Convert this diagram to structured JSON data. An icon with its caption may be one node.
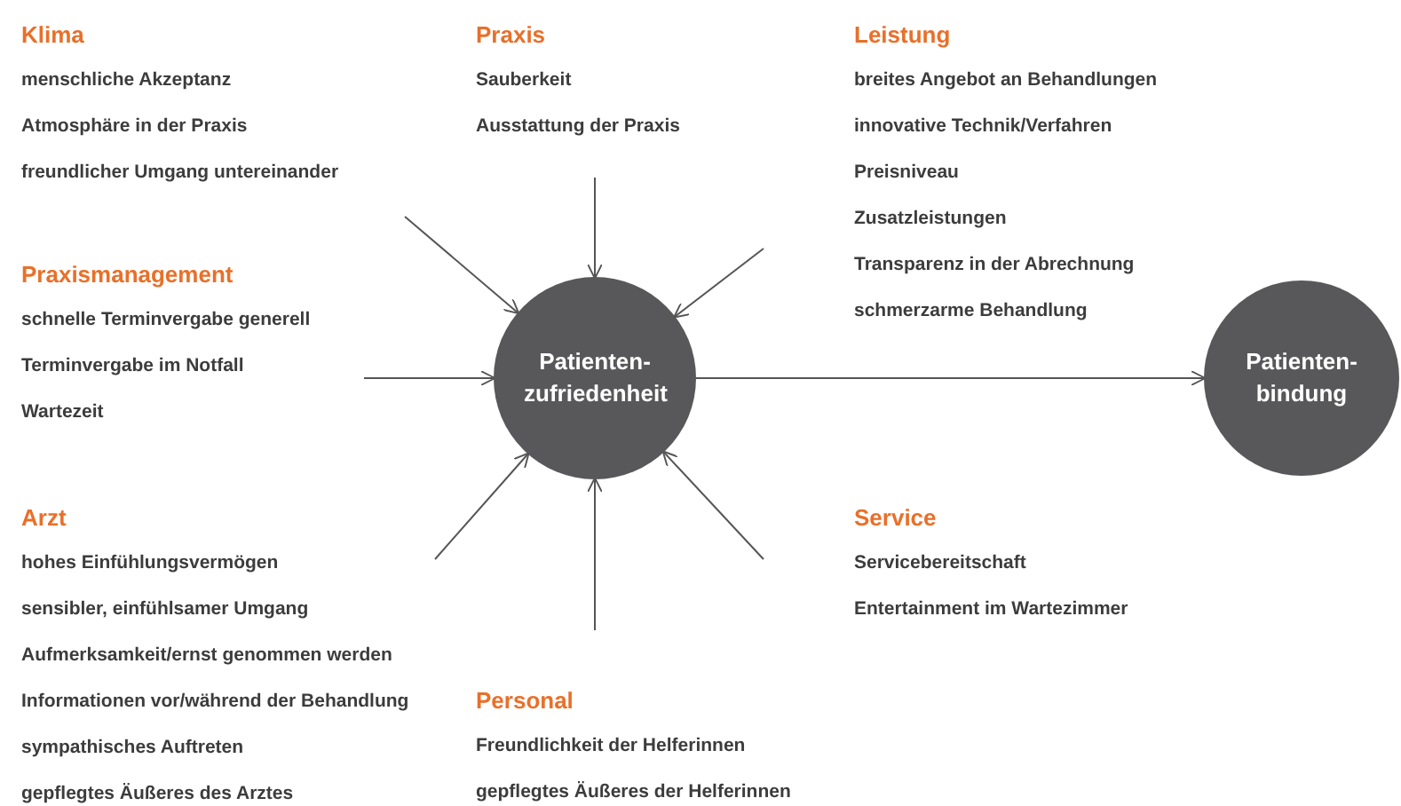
{
  "diagram": {
    "nodes": [
      {
        "text": [
          "Klima",
          "menschliche Akzeptanz",
          "Atmosphäre in der Praxis",
          "freundlicher Umgang untereinander"
        ]
      },
      {
        "text": [
          "Praxis",
          "Sauberkeit",
          "Ausstattung der Praxis"
        ]
      },
      {
        "text": [
          "Leistung",
          "breites Angebot an Behandlungen",
          "innovative Technik/Verfahren",
          "Preisniveau",
          "Zusatzleistungen",
          "Transparenz in der Abrechnung",
          "schmerzarme Behandlung"
        ]
      },
      {
        "text": [
          "Praxismanagement",
          "schnelle Terminvergabe generell",
          "Terminvergabe im Notfall",
          "Wartezeit"
        ]
      },
      {
        "text": [
          "Patienten- zufriedenheit"
        ]
      },
      {
        "text": [
          "Patienten- bindung"
        ]
      },
      {
        "text": [
          "Arzt",
          "hohes Einfühlungsvermögen",
          "sensibler, einfühlsamer Umgang",
          "Aufmerksamkeit/ernst genommen werden",
          "Informationen vor/während der Behandlung",
          "sympathisches Auftreten",
          "gepflegtes Äußeres des Arztes"
        ]
      },
      {
        "text": [
          "Service",
          "Servicebereitschaft",
          "Entertainment im Wartezimmer"
        ]
      },
      {
        "text": [
          "Personal",
          "Freundlichkeit der Helferinnen",
          "gepflegtes Äußeres der Helferinnen"
        ]
      }
    ],
    "edges": [
      {
        "from": 0,
        "to": 4,
        "arrow": "to"
      },
      {
        "from": 1,
        "to": 4,
        "arrow": "to"
      },
      {
        "from": 2,
        "to": 4,
        "arrow": "to"
      },
      {
        "from": 3,
        "to": 4,
        "arrow": "to"
      },
      {
        "from": 4,
        "to": 5,
        "arrow": "to"
      },
      {
        "from": 6,
        "to": 4,
        "arrow": "to"
      },
      {
        "from": 8,
        "to": 4,
        "arrow": "to"
      },
      {
        "from": 7,
        "to": 4,
        "arrow": "to"
      }
    ]
  }
}
